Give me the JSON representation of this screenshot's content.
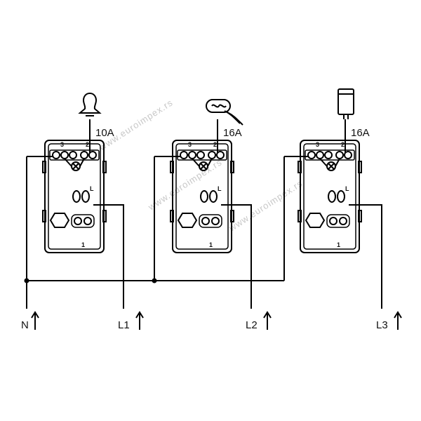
{
  "watermark": "www.euroimpex.rs",
  "modules": [
    {
      "rating": "10A",
      "load_icon": "light-bulb-icon",
      "terminals": [
        "3",
        "2",
        "L",
        "1"
      ]
    },
    {
      "rating": "16A",
      "load_icon": "heater-icon",
      "terminals": [
        "3",
        "2",
        "L",
        "1"
      ]
    },
    {
      "rating": "16A",
      "load_icon": "boiler-icon",
      "terminals": [
        "3",
        "2",
        "L",
        "1"
      ]
    }
  ],
  "supply": {
    "neutral": "N",
    "phases": [
      "L1",
      "L2",
      "L3"
    ]
  }
}
